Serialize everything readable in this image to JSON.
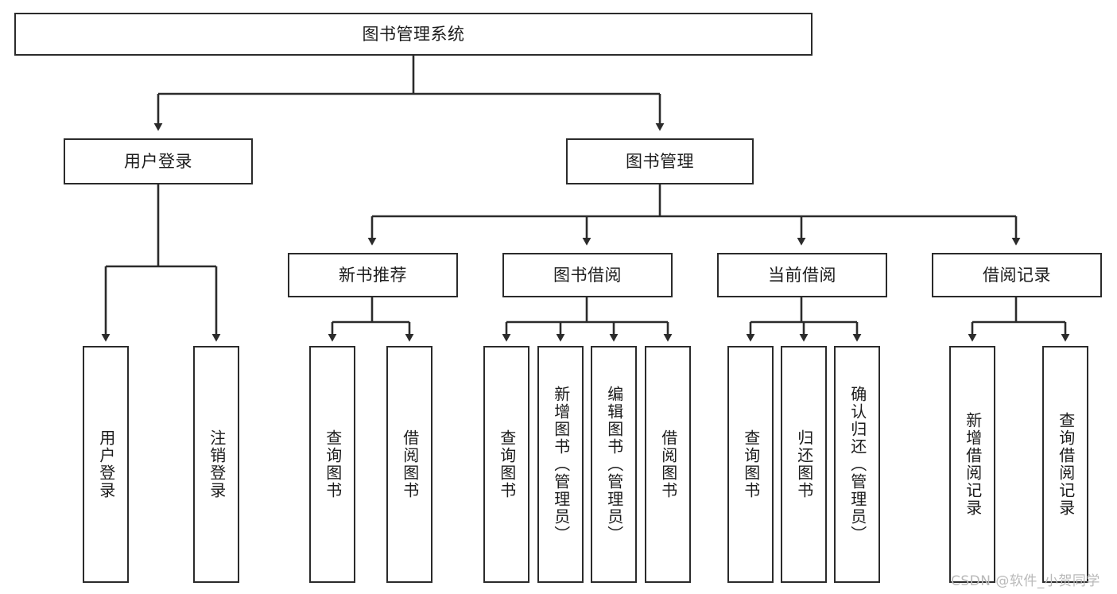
{
  "diagram": {
    "type": "tree",
    "title": "图书管理系统",
    "orientation": "top-down",
    "colors": {
      "stroke": "#2b2b2b",
      "fill": "#ffffff",
      "text": "#1c1c1c",
      "watermark": "#b9b9b9"
    }
  },
  "nodes": {
    "root": {
      "label": "图书管理系统",
      "level": 0
    },
    "login": {
      "label": "用户登录",
      "level": 1
    },
    "book_mgmt": {
      "label": "图书管理",
      "level": 1
    },
    "new_book_rec": {
      "label": "新书推荐",
      "level": 2
    },
    "book_borrow": {
      "label": "图书借阅",
      "level": 2
    },
    "current_borrow": {
      "label": "当前借阅",
      "level": 2
    },
    "borrow_record": {
      "label": "借阅记录",
      "level": 2
    },
    "leaf_user_login": {
      "label": "用户登录",
      "level": 2,
      "parent": "用户登录"
    },
    "leaf_user_logout": {
      "label": "注销登录",
      "level": 2,
      "parent": "用户登录"
    },
    "leaf_nbr_query": {
      "label": "查询图书",
      "level": 3,
      "parent": "新书推荐"
    },
    "leaf_nbr_borrow": {
      "label": "借阅图书",
      "level": 3,
      "parent": "新书推荐"
    },
    "leaf_bb_query": {
      "label": "查询图书",
      "level": 3,
      "parent": "图书借阅"
    },
    "leaf_bb_add": {
      "label": "新增图书（管理员）",
      "level": 3,
      "parent": "图书借阅"
    },
    "leaf_bb_edit": {
      "label": "编辑图书（管理员）",
      "level": 3,
      "parent": "图书借阅"
    },
    "leaf_bb_borrow": {
      "label": "借阅图书",
      "level": 3,
      "parent": "图书借阅"
    },
    "leaf_cb_query": {
      "label": "查询图书",
      "level": 3,
      "parent": "当前借阅"
    },
    "leaf_cb_return": {
      "label": "归还图书",
      "level": 3,
      "parent": "当前借阅"
    },
    "leaf_cb_confirm": {
      "label": "确认归还（管理员）",
      "level": 3,
      "parent": "当前借阅"
    },
    "leaf_br_add": {
      "label": "新增借阅记录",
      "level": 3,
      "parent": "借阅记录"
    },
    "leaf_br_query": {
      "label": "查询借阅记录",
      "level": 3,
      "parent": "借阅记录"
    }
  },
  "edges": [
    {
      "from": "图书管理系统",
      "to": "用户登录"
    },
    {
      "from": "图书管理系统",
      "to": "图书管理"
    },
    {
      "from": "用户登录",
      "to": "用户登录(叶)"
    },
    {
      "from": "用户登录",
      "to": "注销登录"
    },
    {
      "from": "图书管理",
      "to": "新书推荐"
    },
    {
      "from": "图书管理",
      "to": "图书借阅"
    },
    {
      "from": "图书管理",
      "to": "当前借阅"
    },
    {
      "from": "图书管理",
      "to": "借阅记录"
    },
    {
      "from": "新书推荐",
      "to": "查询图书"
    },
    {
      "from": "新书推荐",
      "to": "借阅图书"
    },
    {
      "from": "图书借阅",
      "to": "查询图书"
    },
    {
      "from": "图书借阅",
      "to": "新增图书（管理员）"
    },
    {
      "from": "图书借阅",
      "to": "编辑图书（管理员）"
    },
    {
      "from": "图书借阅",
      "to": "借阅图书"
    },
    {
      "from": "当前借阅",
      "to": "查询图书"
    },
    {
      "from": "当前借阅",
      "to": "归还图书"
    },
    {
      "from": "当前借阅",
      "to": "确认归还（管理员）"
    },
    {
      "from": "借阅记录",
      "to": "新增借阅记录"
    },
    {
      "from": "借阅记录",
      "to": "查询借阅记录"
    }
  ],
  "watermark": {
    "text": "CSDN @软件_小贺同学"
  }
}
